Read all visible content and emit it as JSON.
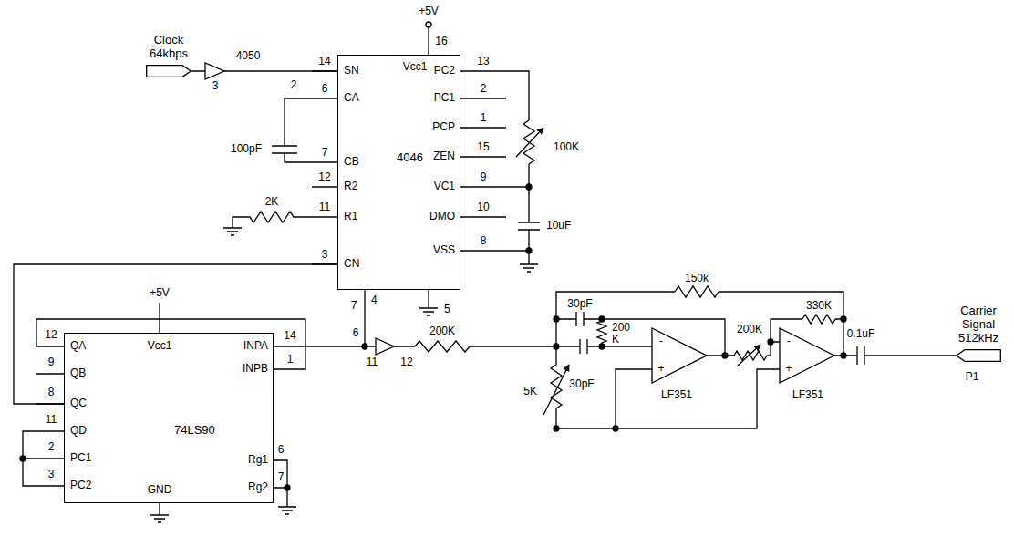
{
  "diagram": {
    "nodes": [
      {
        "text": [
          "Clock 64kbps"
        ]
      },
      {
        "text": [
          "4046"
        ]
      },
      {
        "text": [
          "74LS90"
        ]
      },
      {
        "text": [
          "Carrier Signal 512kHz"
        ]
      }
    ],
    "edges": [
      {
        "from": 0,
        "to": 1,
        "arrow": "none"
      },
      {
        "from": 2,
        "to": 1,
        "arrow": "none"
      },
      {
        "from": 1,
        "to": 2,
        "arrow": "none"
      }
    ],
    "labels": [
      "4050",
      "3",
      "2",
      "+5V",
      "16",
      "Vcc1",
      "14",
      "SN",
      "6",
      "CA",
      "100pF",
      "7",
      "CB",
      "12",
      "R2",
      "11",
      "R1",
      "2K",
      "3",
      "CN",
      "PC2",
      "13",
      "PC1",
      "2",
      "PCP",
      "1",
      "ZEN",
      "15",
      "VC1",
      "9",
      "DMO",
      "10",
      "VSS",
      "8",
      "100K",
      "10uF",
      "5",
      "7",
      "4",
      "6",
      "+5V",
      "12",
      "QA",
      "9",
      "QB",
      "8",
      "QC",
      "11",
      "QD",
      "2",
      "PC1",
      "3",
      "PC2",
      "Vcc1",
      "INPA",
      "14",
      "1",
      "INPB",
      "6",
      "Rg1",
      "7",
      "Rg2",
      "GND",
      "11",
      "12",
      "200K",
      "150k",
      "30pF",
      "200 K",
      "30pF",
      "5K",
      "LF351",
      "200K",
      "330K",
      "LF351",
      "0.1uF",
      "P1",
      "-",
      "+",
      "-",
      "+"
    ]
  }
}
